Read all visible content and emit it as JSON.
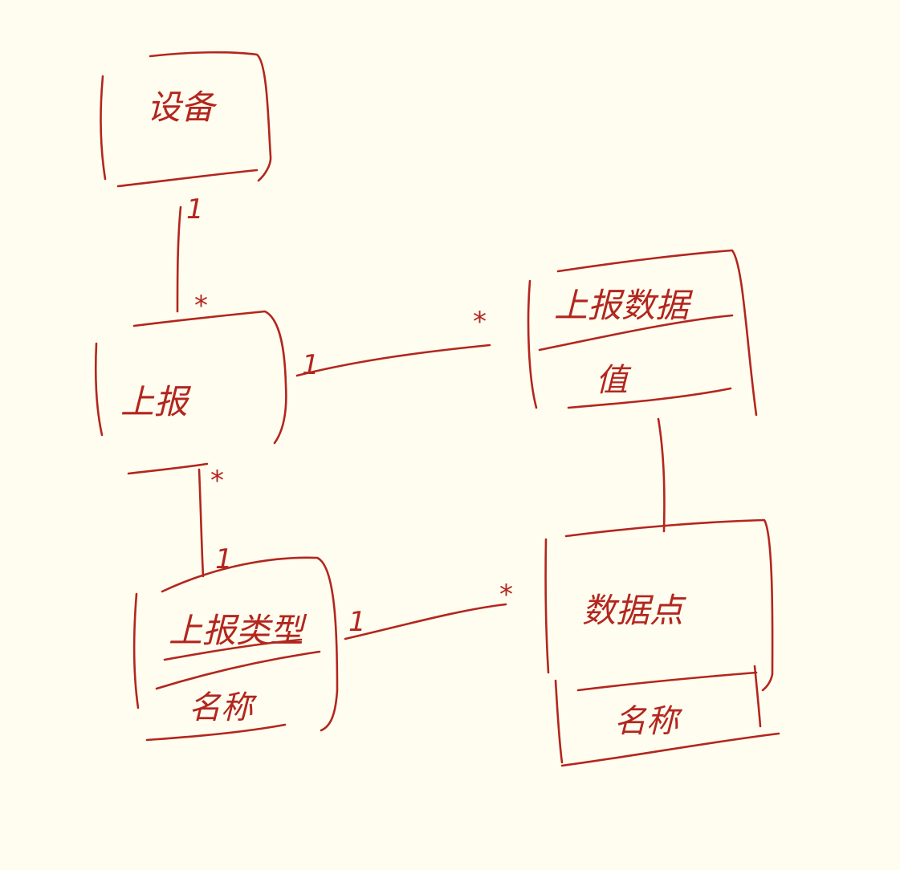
{
  "diagram": {
    "ink_color": "#B3261E",
    "background_color": "#FEFDF0",
    "classes": {
      "device": {
        "title": "设备"
      },
      "report": {
        "title": "上报"
      },
      "report_data": {
        "title": "上报数据",
        "attribute": "值"
      },
      "report_type": {
        "title": "上报类型",
        "attribute": "名称"
      },
      "data_point": {
        "title": "数据点",
        "attribute": "名称"
      }
    },
    "associations": {
      "device_report": {
        "from_mult": "1",
        "to_mult": "*"
      },
      "report_report_data": {
        "from_mult": "1",
        "to_mult": "*"
      },
      "report_report_type": {
        "from_mult": "*",
        "to_mult": "1"
      },
      "report_type_data_point": {
        "from_mult": "1",
        "to_mult": "*"
      }
    }
  }
}
